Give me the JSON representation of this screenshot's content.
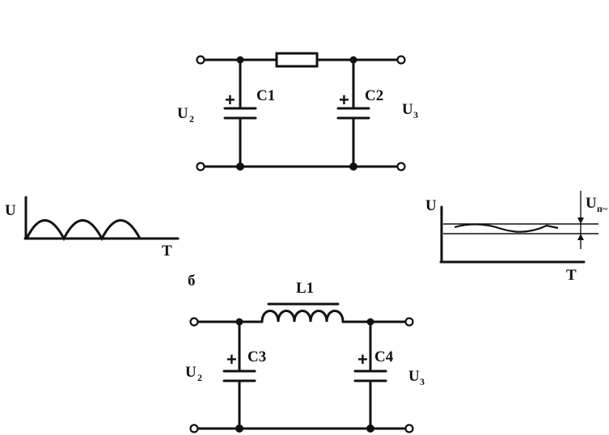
{
  "filter_a": {
    "c1_label": "C1",
    "c2_label": "C2",
    "input_main": "U",
    "input_sub": "2",
    "output_main": "U",
    "output_sub": "3",
    "plus": "+"
  },
  "filter_b": {
    "section_label": "б",
    "l1_label": "L1",
    "c3_label": "C3",
    "c4_label": "C4",
    "input_main": "U",
    "input_sub": "2",
    "output_main": "U",
    "output_sub": "3",
    "plus": "+"
  },
  "graph_input": {
    "y_label": "U",
    "x_label": "T"
  },
  "graph_output": {
    "y_label": "U",
    "x_label": "T",
    "ripple_main": "U",
    "ripple_sub": "п~"
  }
}
